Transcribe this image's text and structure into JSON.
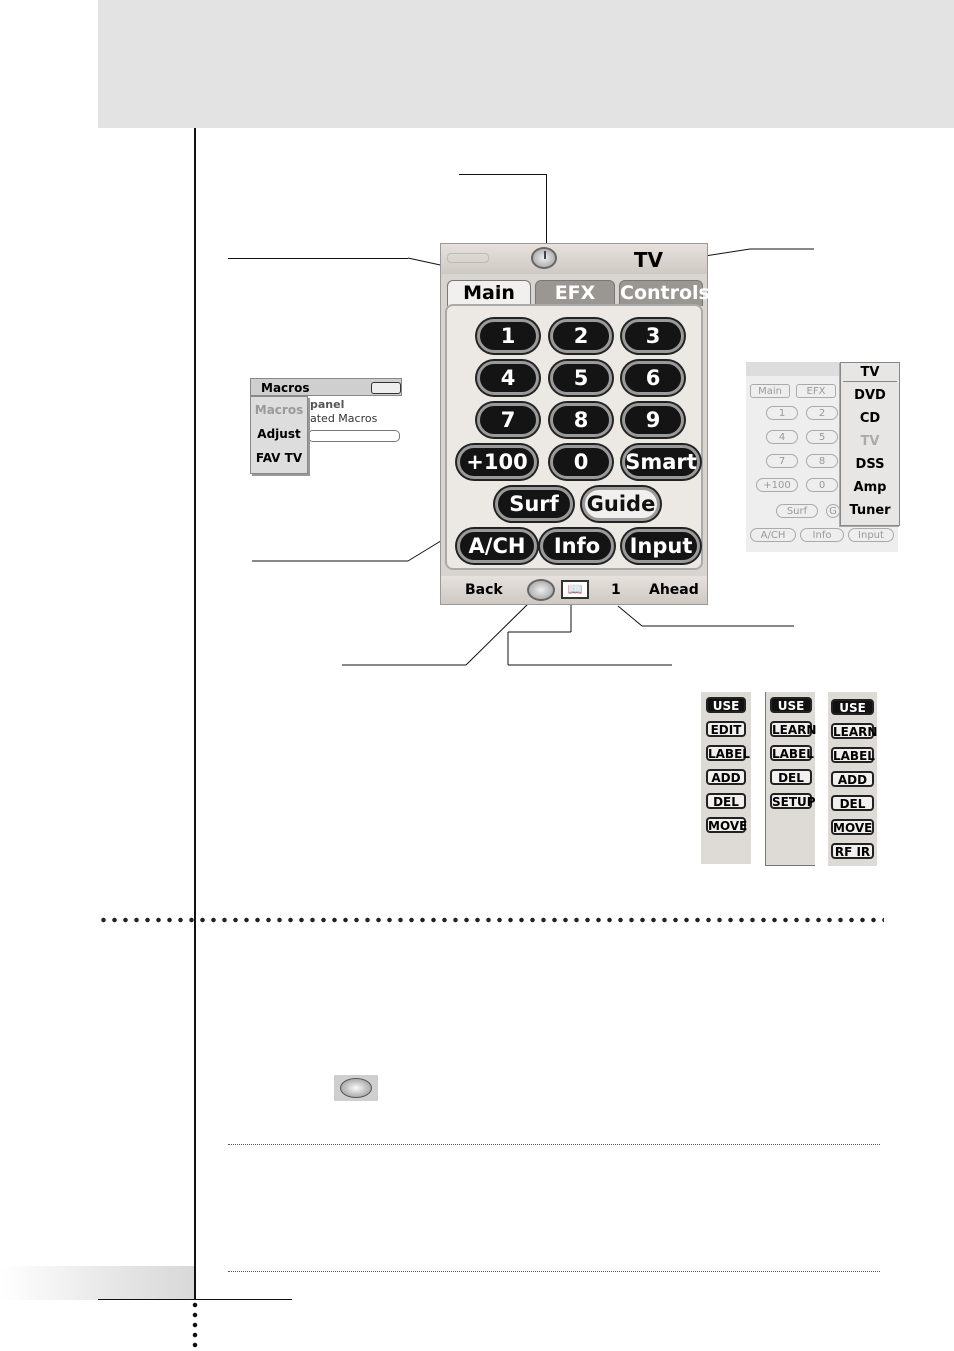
{
  "remote": {
    "device_name": "TV",
    "tabs": [
      "Main",
      "EFX",
      "Controls"
    ],
    "keypad": [
      "1",
      "2",
      "3",
      "4",
      "5",
      "6",
      "7",
      "8",
      "9",
      "+100",
      "0",
      "Smart"
    ],
    "row5": [
      "Surf",
      "Guide"
    ],
    "row6": [
      "A/CH",
      "Info",
      "Input"
    ],
    "bottom": {
      "back": "Back",
      "page": "1",
      "ahead": "Ahead"
    }
  },
  "macros_popup": {
    "title": "Macros",
    "items": [
      "Macros",
      "Adjust",
      "FAV TV"
    ],
    "background_text": [
      "panel",
      "ated Macros"
    ]
  },
  "device_popup": {
    "items": [
      "TV",
      "DVD",
      "CD",
      "TV",
      "DSS",
      "Amp",
      "Tuner"
    ],
    "background_tabs": [
      "Main",
      "EFX"
    ],
    "background_keys": [
      "1",
      "2",
      "4",
      "5",
      "7",
      "8",
      "+100",
      "0",
      "Surf",
      "G",
      "A/CH",
      "Info",
      "Input"
    ]
  },
  "mode_strips": [
    {
      "buttons": [
        "USE",
        "EDIT",
        "LABEL",
        "ADD",
        "DEL",
        "MOVE"
      ]
    },
    {
      "buttons": [
        "USE",
        "LEARN",
        "LABEL",
        "DEL",
        "SETUP"
      ]
    },
    {
      "buttons": [
        "USE",
        "LEARN",
        "LABEL",
        "ADD",
        "DEL",
        "MOVE",
        "RF IR"
      ]
    }
  ],
  "colors": {
    "header_band": "#e3e3e3",
    "remote_frame": "#d8d4d0",
    "button_fill": "#141414"
  },
  "icons": {
    "clock": "clock-icon",
    "book": "book-icon",
    "knob": "knob-icon"
  }
}
